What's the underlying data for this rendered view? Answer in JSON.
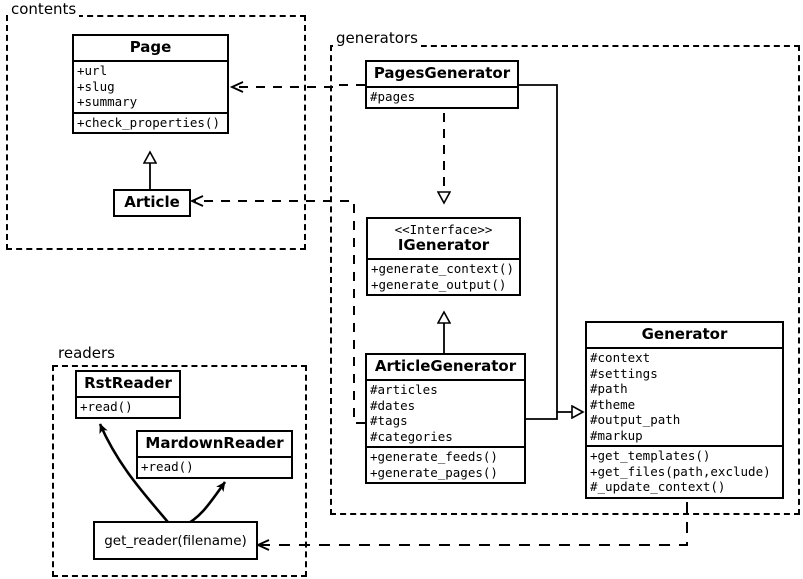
{
  "diagram": {
    "type": "uml-class-diagram",
    "background": "#ffffff",
    "stroke": "#000000"
  },
  "packages": [
    {
      "id": "contents",
      "label": "contents"
    },
    {
      "id": "generators",
      "label": "generators"
    },
    {
      "id": "readers",
      "label": "readers"
    }
  ],
  "classes": {
    "page": {
      "name": "Page",
      "attributes": [
        "+url",
        "+slug",
        "+summary"
      ],
      "methods": [
        "+check_properties()"
      ]
    },
    "article": {
      "name": "Article",
      "attributes": [],
      "methods": []
    },
    "pages_generator": {
      "name": "PagesGenerator",
      "attributes": [
        "#pages"
      ],
      "methods": []
    },
    "igenerator": {
      "stereotype": "<<Interface>>",
      "name": "IGenerator",
      "attributes": [],
      "methods": [
        "+generate_context()",
        "+generate_output()"
      ]
    },
    "article_generator": {
      "name": "ArticleGenerator",
      "attributes": [
        "#articles",
        "#dates",
        "#tags",
        "#categories"
      ],
      "methods": [
        "+generate_feeds()",
        "+generate_pages()"
      ]
    },
    "generator": {
      "name": "Generator",
      "attributes": [
        "#context",
        "#settings",
        "#path",
        "#theme",
        "#output_path",
        "#markup"
      ],
      "methods": [
        "+get_templates()",
        "+get_files(path,exclude)",
        "#_update_context()"
      ]
    },
    "rst_reader": {
      "name": "RstReader",
      "attributes": [],
      "methods": [
        "+read()"
      ]
    },
    "markdown_reader": {
      "name": "MardownReader",
      "attributes": [],
      "methods": [
        "+read()"
      ]
    },
    "get_reader": {
      "name": "get_reader(filename)"
    }
  },
  "relationships": [
    {
      "from": "article",
      "to": "page",
      "kind": "generalization"
    },
    {
      "from": "pages_generator",
      "to": "igenerator",
      "kind": "realization"
    },
    {
      "from": "article_generator",
      "to": "igenerator",
      "kind": "generalization"
    },
    {
      "from": "pages_generator",
      "to": "generator",
      "kind": "generalization"
    },
    {
      "from": "article_generator",
      "to": "generator",
      "kind": "generalization"
    },
    {
      "from": "pages_generator",
      "to": "page",
      "kind": "dependency"
    },
    {
      "from": "article_generator",
      "to": "article",
      "kind": "dependency"
    },
    {
      "from": "generator",
      "to": "get_reader",
      "kind": "dependency"
    },
    {
      "from": "get_reader",
      "to": "rst_reader",
      "kind": "uses"
    },
    {
      "from": "get_reader",
      "to": "markdown_reader",
      "kind": "uses"
    }
  ]
}
